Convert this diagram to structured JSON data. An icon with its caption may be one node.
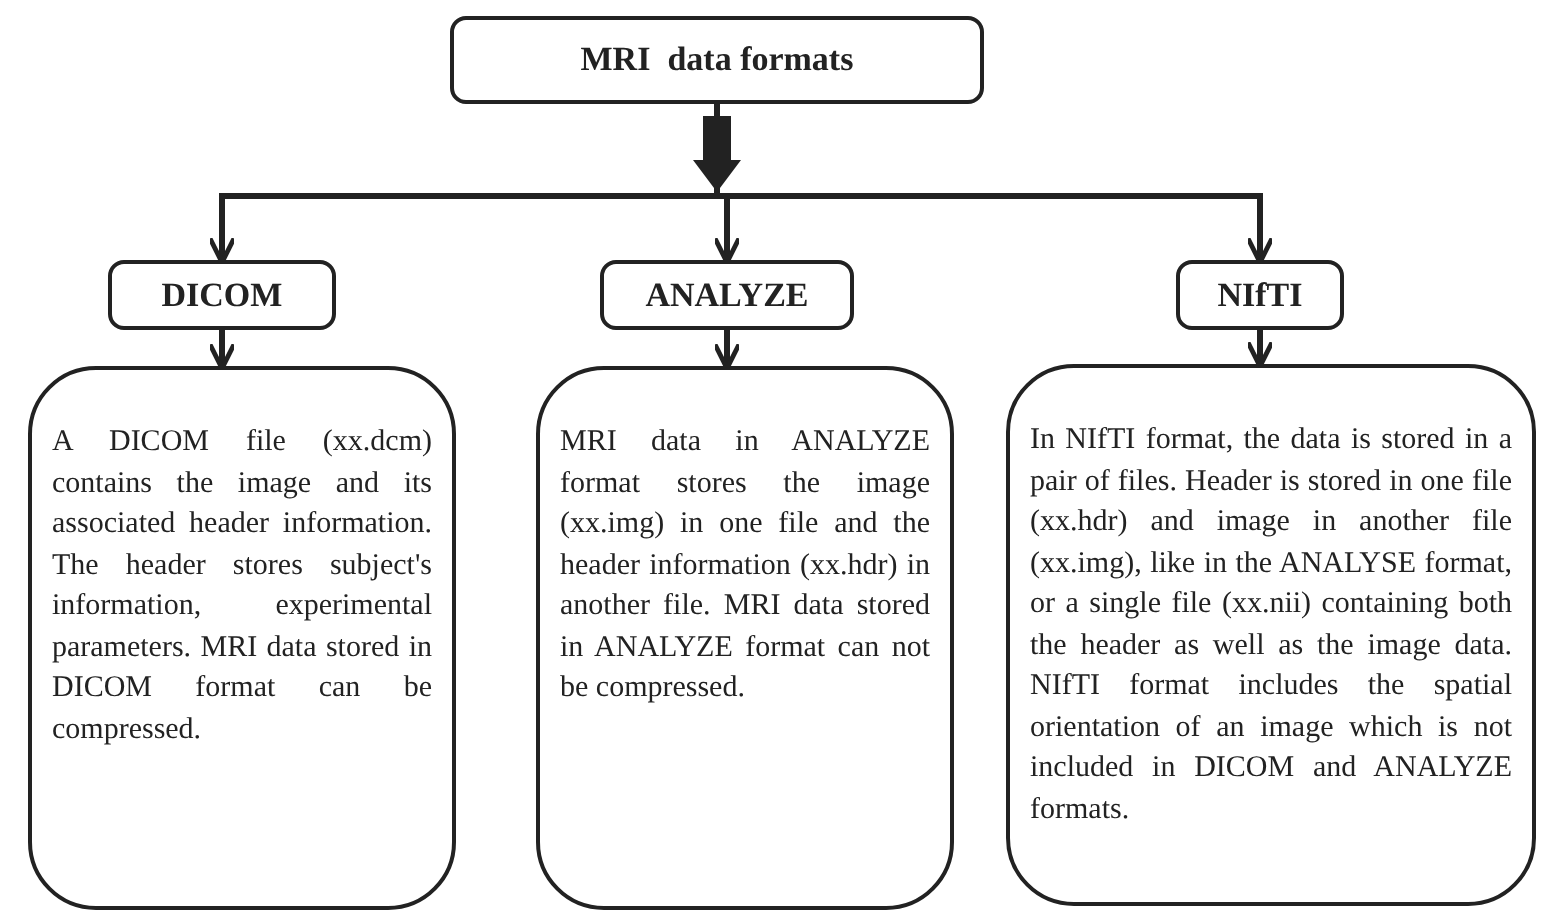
{
  "diagram": {
    "nodes": [
      {
        "text": [
          "MRI  data formats"
        ]
      },
      {
        "text": [
          "DICOM"
        ]
      },
      {
        "text": [
          "ANALYZE"
        ]
      },
      {
        "text": [
          "NIfTI"
        ]
      },
      {
        "text": [
          "A DICOM file (xx.dcm) contains the image and its associated header information. The header stores subject's information, experimental parameters. MRI data stored in DICOM format can be compressed."
        ]
      },
      {
        "text": [
          "MRI data in ANALYZE format stores the image (xx.img) in one file and the header information (xx.hdr) in another file. MRI data stored in ANALYZE format can not be compressed."
        ]
      },
      {
        "text": [
          "In NIfTI format, the data is stored in a pair of files. Header is stored in one file (xx.hdr) and image in another file (xx.img), like in the ANALYSE format, or a single file (xx.nii) containing both the header as well as the image data. NIfTI format includes the spatial orientation of an image which is not included in DICOM and ANALYZE formats."
        ]
      }
    ],
    "edges": [
      {
        "from": 0,
        "to": 1,
        "arrow": "to"
      },
      {
        "from": 0,
        "to": 2,
        "arrow": "to"
      },
      {
        "from": 0,
        "to": 3,
        "arrow": "to"
      },
      {
        "from": 1,
        "to": 4,
        "arrow": "to"
      },
      {
        "from": 2,
        "to": 5,
        "arrow": "to"
      },
      {
        "from": 3,
        "to": 6,
        "arrow": "to"
      }
    ]
  }
}
